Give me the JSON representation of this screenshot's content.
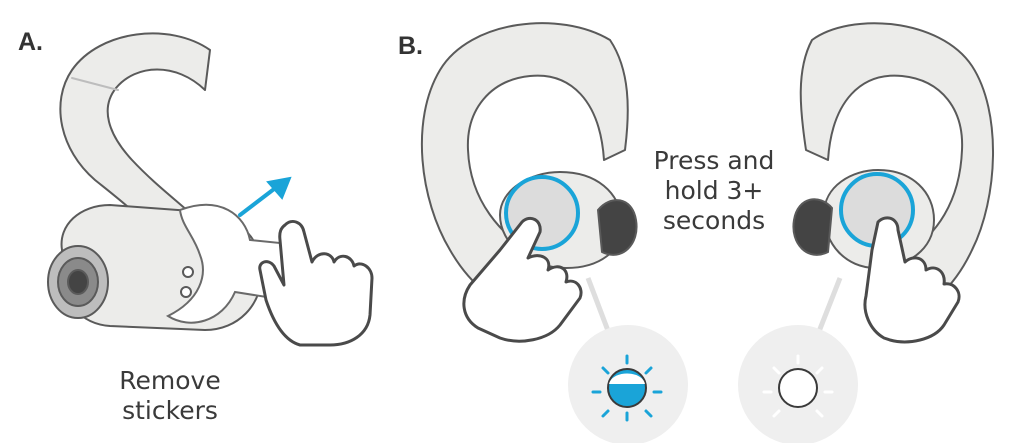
{
  "steps": {
    "a": {
      "letter": "A.",
      "caption_line1": "Remove",
      "caption_line2": "stickers"
    },
    "b": {
      "letter": "B.",
      "caption_line1": "Press and",
      "caption_line2": "hold 3+",
      "caption_line3": "seconds",
      "indicators": [
        {
          "state": "on",
          "color": "#1aa4d8"
        },
        {
          "state": "off",
          "color": "#ffffff"
        }
      ]
    }
  },
  "colors": {
    "accent": "#1aa4d8",
    "earbud_body": "#ececea",
    "outline": "#5a5a5a",
    "glow": "#efefef",
    "text": "#3a3a3a"
  },
  "icons": [
    "earbud-illustration",
    "hand-pointer-icon",
    "arrow-up-right-icon",
    "led-indicator-icon"
  ]
}
